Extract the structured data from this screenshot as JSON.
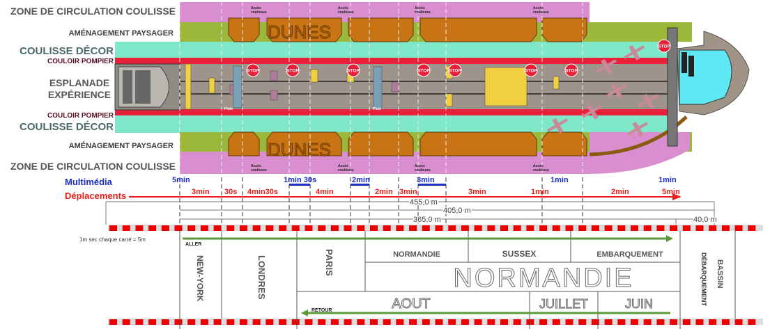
{
  "map": {
    "zone_labels": {
      "circulation_top": "ZONE DE CIRCULATION COULISSE",
      "paysager_top": "AMÉNAGEMENT PAYSAGER",
      "decor_top": "COULISSE DÉCOR",
      "pompier_top": "COULOIR POMPIER",
      "esplanade_1": "ESPLANADE",
      "esplanade_2": "EXPÉRIENCE",
      "pompier_bottom": "COULOIR POMPIER",
      "decor_bottom": "COULISSE DÉCOR",
      "paysager_bottom": "AMÉNAGEMENT PAYSAGER",
      "circulation_bottom": "ZONE DE CIRCULATION COULISSE"
    },
    "dunes_label": "DUNES",
    "access_label_1": "Accès",
    "access_label_2": "coulisses",
    "piste_label": "Piste",
    "stop_label": "STOP",
    "colors": {
      "circulation": "#d98fcf",
      "paysager": "#9bb83a",
      "decor": "#7ee8c8",
      "pompier": "#e8203a",
      "esplanade": "#9e948c",
      "dunes": "#c87414",
      "water": "#5ee8f4"
    }
  },
  "timeline": {
    "multimedia_label": "Multimédia",
    "deplacements_label": "Déplacements",
    "multimedia": [
      "5min",
      "1min 30s",
      "2min",
      "3min",
      "1min",
      "1min"
    ],
    "deplacements": [
      "3min",
      "30s",
      "4min30s",
      "4min",
      "2min",
      "3min",
      "3min",
      "1min",
      "2min",
      "5min"
    ],
    "colors": {
      "multimedia": "#1a2fbf",
      "deplacements": "#e8201c"
    }
  },
  "dimensions": {
    "total": "455,0 m",
    "mid": "405,0 m",
    "inner": "365,0 m",
    "end": "40,0 m",
    "scale_note": "1m sec  chaque carré = 5m"
  },
  "plan": {
    "aller": "ALLER",
    "retour": "RETOUR",
    "new_york": "NEW-YORK",
    "londres": "LONDRES",
    "paris": "PARIS",
    "normandie_small": "NORMANDIE",
    "sussex": "SUSSEX",
    "embarquement": "EMBARQUEMENT",
    "normandie_big": "NORMANDIE",
    "aout": "AOUT",
    "juillet": "JUILLET",
    "juin": "JUIN",
    "bassin": "BASSIN",
    "debarquement": "DÉBARQUEMENT"
  }
}
